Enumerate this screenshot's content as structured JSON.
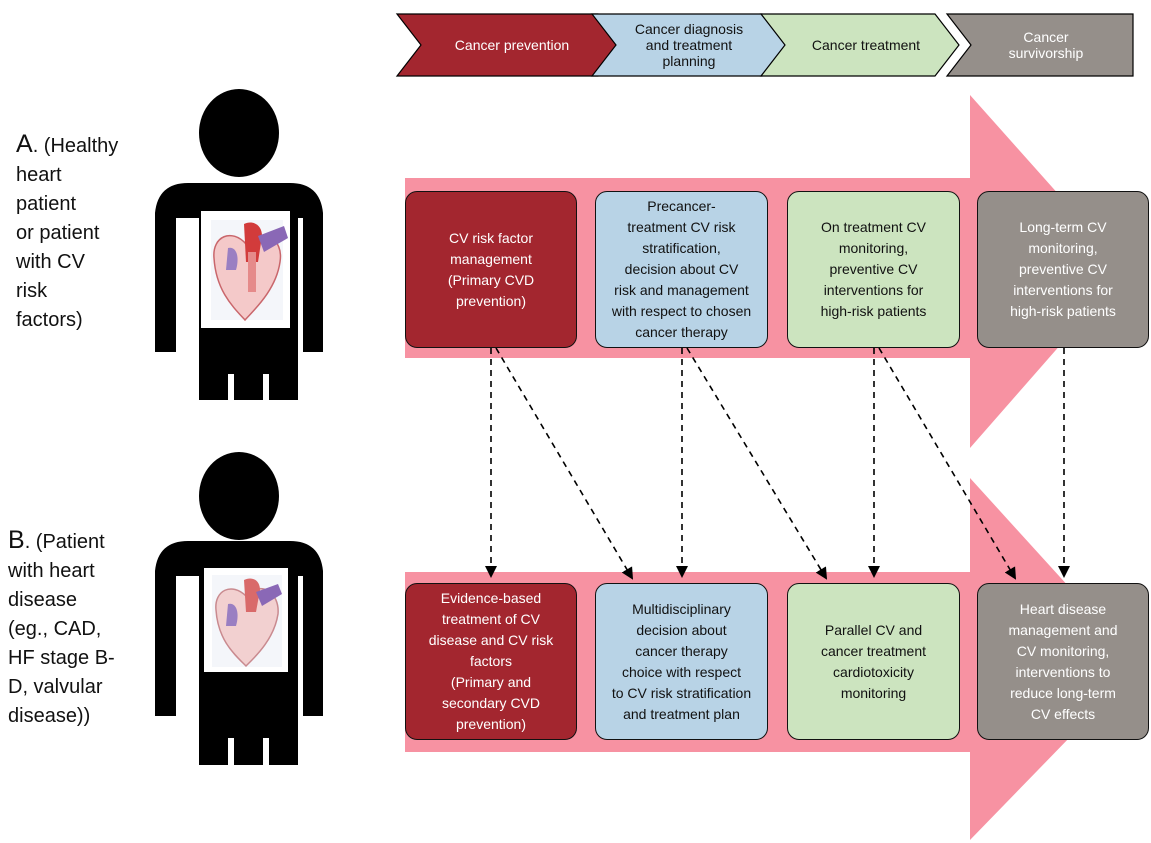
{
  "colors": {
    "prevention": "#A3262F",
    "diagnosis": "#B8D3E6",
    "treatment": "#CCE4BF",
    "survivorship": "#958F8A",
    "band": "#F792A2"
  },
  "stages": [
    {
      "label": "Cancer prevention"
    },
    {
      "label": "Cancer diagnosis\nand treatment\nplanning"
    },
    {
      "label": "Cancer treatment"
    },
    {
      "label": "Cancer\nsurvivorship"
    }
  ],
  "rows": [
    {
      "letter": "A",
      "label": ". (Healthy\nheart\npatient\nor patient\nwith CV\nrisk\nfactors)",
      "boxes": [
        {
          "text": "CV risk factor\nmanagement\n(Primary CVD\nprevention)"
        },
        {
          "text": "Precancer-\ntreatment CV risk\nstratification,\ndecision about CV\nrisk and management\nwith respect to chosen\ncancer therapy"
        },
        {
          "text": "On treatment CV\nmonitoring,\npreventive CV\ninterventions for\nhigh-risk patients"
        },
        {
          "text": "Long-term CV\nmonitoring,\npreventive CV\ninterventions for\nhigh-risk patients"
        }
      ]
    },
    {
      "letter": "B",
      "label": ". (Patient\nwith heart\ndisease\n(eg., CAD,\nHF stage B-\nD, valvular\ndisease))",
      "boxes": [
        {
          "text": "Evidence-based\ntreatment of CV\ndisease and CV risk\nfactors\n(Primary and\nsecondary CVD\nprevention)"
        },
        {
          "text": "Multidisciplinary\ndecision about\ncancer therapy\nchoice with respect\nto CV risk stratification\nand treatment plan"
        },
        {
          "text": "Parallel CV and\ncancer treatment\ncardiotoxicity\nmonitoring"
        },
        {
          "text": "Heart disease\nmanagement and\nCV monitoring,\ninterventions to\nreduce long-term\nCV effects"
        }
      ]
    }
  ]
}
